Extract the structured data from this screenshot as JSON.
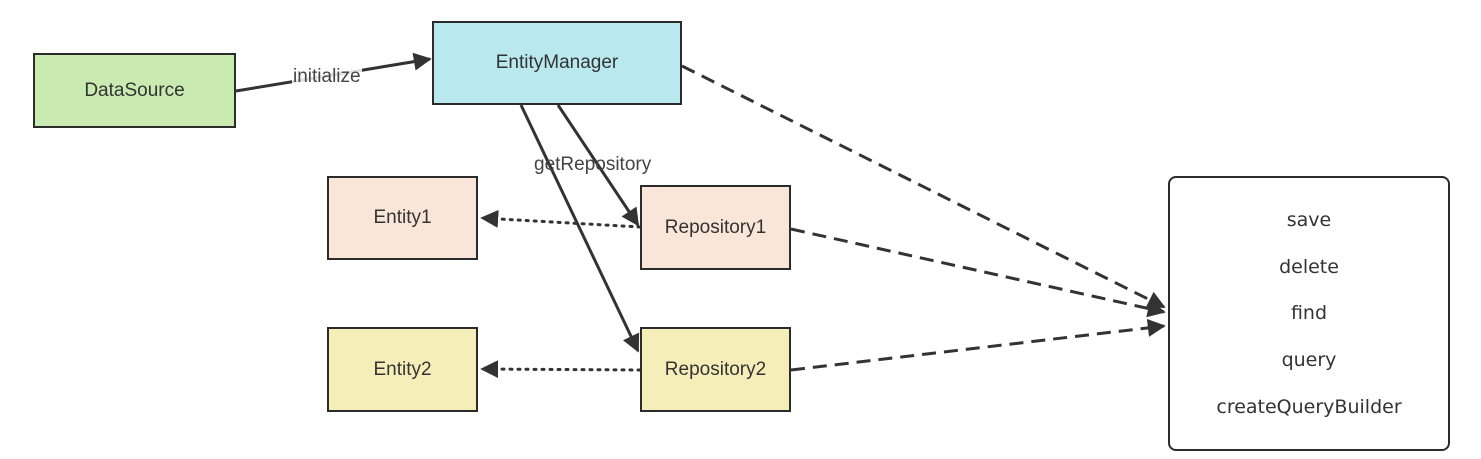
{
  "colors": {
    "datasource": "#c9eab0",
    "entitymanager": "#b9e9ee",
    "entity1": "#fae6d8",
    "repository1": "#fae6d8",
    "entity2": "#f6eeb9",
    "repository2": "#f6eeb9",
    "border": "#2b2b2b",
    "edge": "#333333"
  },
  "nodes": {
    "datasource": "DataSource",
    "entitymanager": "EntityManager",
    "entity1": "Entity1",
    "repository1": "Repository1",
    "entity2": "Entity2",
    "repository2": "Repository2"
  },
  "edges": {
    "initialize": "initialize",
    "get_repository": "getRepository"
  },
  "operations": [
    "save",
    "delete",
    "find",
    "query",
    "createQueryBuilder"
  ]
}
